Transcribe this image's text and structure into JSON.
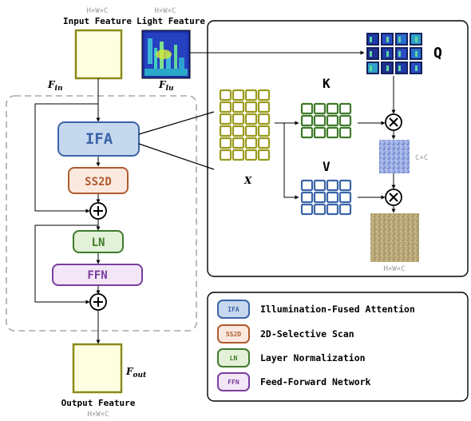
{
  "input": {
    "dims": "H×W×C",
    "title": "Input Feature",
    "symbol": "F",
    "sub": "in"
  },
  "light": {
    "dims": "H×W×C",
    "title": "Light Feature",
    "symbol": "F",
    "sub": "lu"
  },
  "output": {
    "symbol": "F",
    "sub": "out",
    "title": "Output Feature",
    "dims": "H×W×C"
  },
  "blocks": {
    "ifa": "IFA",
    "ss2d": "SS2D",
    "ln": "LN",
    "ffn": "FFN"
  },
  "attention": {
    "q": "Q",
    "k": "K",
    "v": "V",
    "x": "X",
    "cc_dims": "C×C",
    "hwc_dims": "H×W×C"
  },
  "legend": [
    {
      "abbr": "IFA",
      "label": "Illumination-Fused Attention",
      "fill": "#c6d8ee",
      "stroke": "#3a64a8"
    },
    {
      "abbr": "SS2D",
      "label": "2D-Selective Scan",
      "fill": "#fbe9df",
      "stroke": "#b05a2e"
    },
    {
      "abbr": "LN",
      "label": "Layer Normalization",
      "fill": "#e3f1d8",
      "stroke": "#3e7a2a"
    },
    {
      "abbr": "FFN",
      "label": "Feed-Forward Network",
      "fill": "#f2e6f7",
      "stroke": "#7a3d9e"
    }
  ],
  "colors": {
    "ifa_fill": "#c6d8ee",
    "ifa_stroke": "#3a64a8",
    "ss2d_fill": "#fbe9df",
    "ss2d_stroke": "#b05a2e",
    "ln_fill": "#e3f1d8",
    "ln_stroke": "#3e7a2a",
    "ffn_fill": "#f2e6f7",
    "ffn_stroke": "#7a3d9e",
    "feature_fill": "#fefee0",
    "feature_stroke": "#8a8a1a",
    "x_grid": "#9a9a1e",
    "k_grid": "#3e7a2a",
    "v_grid": "#3a64a8"
  },
  "icons": {
    "operator": "multiply-icon",
    "residual": "plus-icon"
  }
}
